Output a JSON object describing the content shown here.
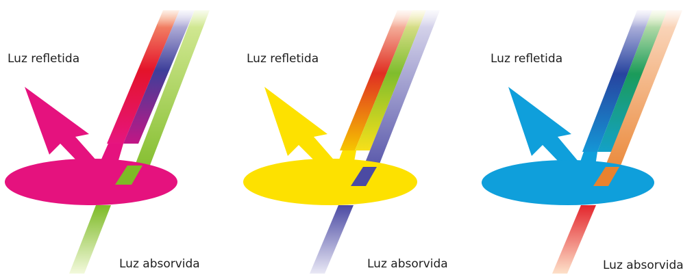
{
  "panels": [
    {
      "id": "magenta",
      "reflected_label": "Luz refletida",
      "absorbed_label": "Luz absorvida",
      "surface_color": "#e5127e",
      "reflected_component": "red + blue",
      "absorbed_component": "green"
    },
    {
      "id": "yellow",
      "reflected_label": "Luz refletida",
      "absorbed_label": "Luz absorvida",
      "surface_color": "#fde100",
      "reflected_component": "red + green",
      "absorbed_component": "blue"
    },
    {
      "id": "cyan",
      "reflected_label": "Luz refletida",
      "absorbed_label": "Luz absorvida",
      "surface_color": "#0f9fdb",
      "reflected_component": "green + blue",
      "absorbed_component": "red"
    }
  ]
}
